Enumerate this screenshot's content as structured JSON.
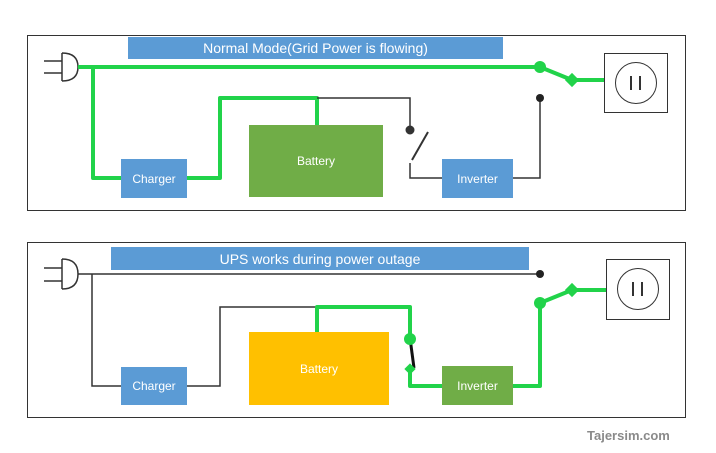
{
  "panel_top": {
    "banner": "Normal Mode(Grid Power is flowing)",
    "charger_label": "Charger",
    "battery_label": "Battery",
    "inverter_label": "Inverter"
  },
  "panel_bottom": {
    "banner": "UPS works during power outage",
    "charger_label": "Charger",
    "battery_label": "Battery",
    "inverter_label": "Inverter"
  },
  "colors": {
    "active_wire": "#21d34a",
    "idle_wire": "#333333",
    "box_blue": "#5b9bd5",
    "box_green": "#70ad47",
    "box_yellow": "#ffc000"
  },
  "icons": [
    "power-plug-icon",
    "wall-outlet-icon",
    "switch-icon"
  ],
  "watermark": "Tajersim.com"
}
